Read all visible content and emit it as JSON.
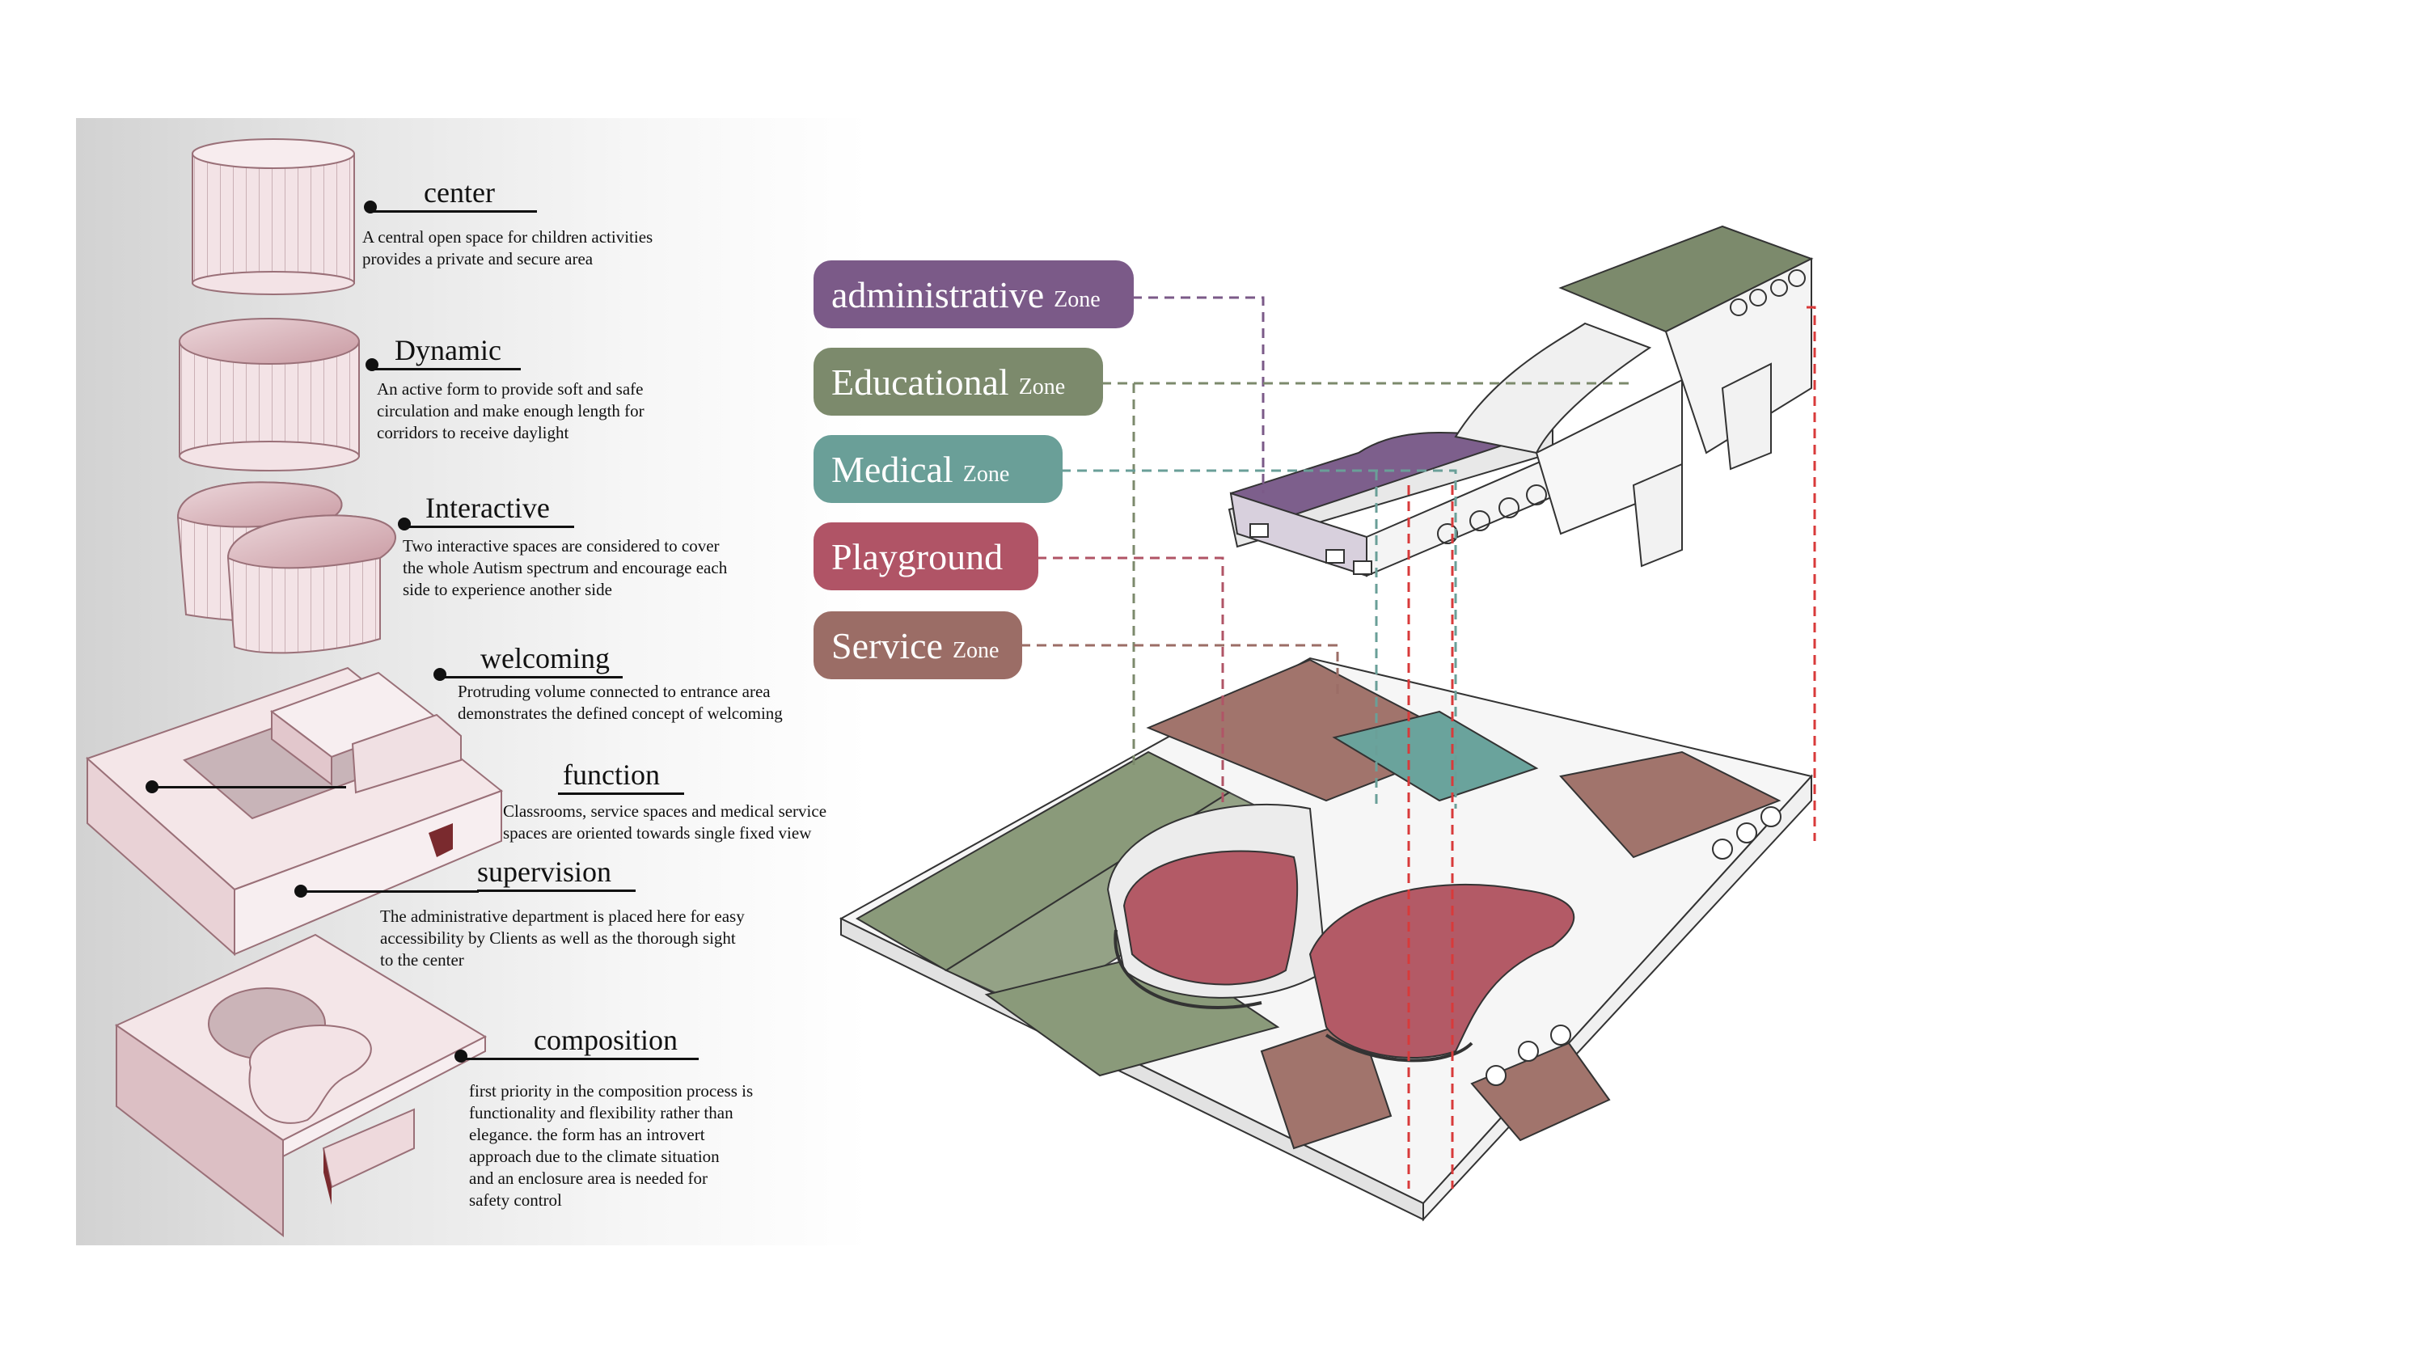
{
  "concepts": [
    {
      "id": "center",
      "title": "center",
      "desc": [
        "A central open space for children activities",
        "provides a private and secure area"
      ]
    },
    {
      "id": "dynamic",
      "title": "Dynamic",
      "desc": [
        "An active form to provide soft and safe",
        "circulation and make enough length for",
        "corridors to receive daylight"
      ]
    },
    {
      "id": "interactive",
      "title": "Interactive",
      "desc": [
        "Two interactive spaces are considered to cover",
        "the whole Autism spectrum and encourage each",
        "side to experience another side"
      ]
    },
    {
      "id": "welcoming",
      "title": "welcoming",
      "desc": [
        "Protruding volume connected to entrance area",
        "demonstrates the defined concept of welcoming"
      ]
    },
    {
      "id": "function",
      "title": "function",
      "desc": [
        "Classrooms, service spaces and medical service",
        "spaces are oriented towards single fixed view"
      ]
    },
    {
      "id": "supervision",
      "title": "supervision",
      "desc": [
        "The administrative department is placed here for easy",
        "accessibility by Clients as well as the thorough sight",
        "to the center"
      ]
    },
    {
      "id": "composition",
      "title": "composition",
      "desc": [
        "first priority in the composition process is",
        "functionality and flexibility rather than",
        "elegance. the form has an introvert",
        "approach due to the climate situation",
        "and an enclosure area is needed for",
        "safety control"
      ]
    }
  ],
  "zones": [
    {
      "id": "administrative",
      "label": "administrative",
      "suffix": "Zone",
      "color": "#7b5a88"
    },
    {
      "id": "educational",
      "label": "Educational",
      "suffix": "Zone",
      "color": "#7c8a6c"
    },
    {
      "id": "medical",
      "label": "Medical",
      "suffix": "Zone",
      "color": "#6a9f98"
    },
    {
      "id": "playground",
      "label": "Playground",
      "suffix": "",
      "color": "#b05466"
    },
    {
      "id": "service",
      "label": "Service",
      "suffix": "Zone",
      "color": "#9b6d66"
    }
  ],
  "colors": {
    "massing": "#f1dfe2",
    "massing_edge": "#7a4a50",
    "admin_floor": "#7d5f8c",
    "edu_floor": "#8a9a7a",
    "medical_floor": "#6aa39c",
    "play_floor": "#b35a66",
    "service_floor": "#a1746c"
  }
}
